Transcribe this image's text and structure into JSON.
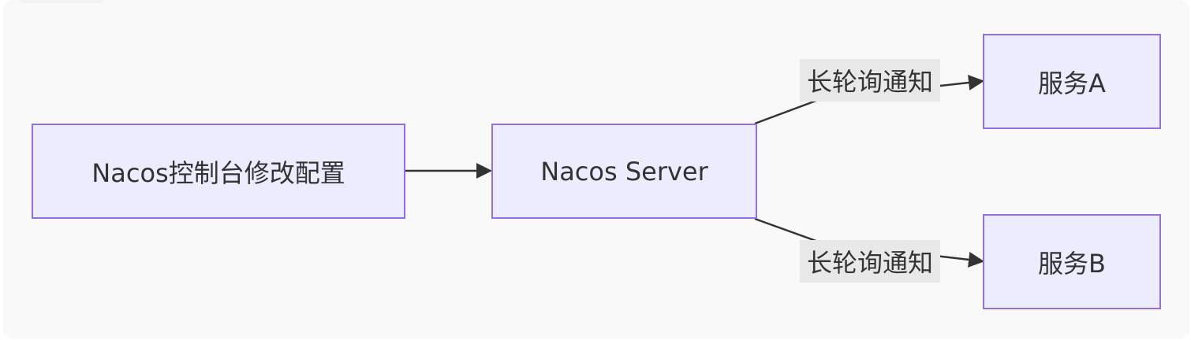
{
  "diagram": {
    "nodes": {
      "console": "Nacos控制台修改配置",
      "server": "Nacos Server",
      "service_a": "服务A",
      "service_b": "服务B"
    },
    "edges": {
      "console_to_server": "",
      "server_to_a": "长轮询通知",
      "server_to_b": "长轮询通知"
    }
  },
  "colors": {
    "node_fill": "#ececff",
    "node_border": "#9370db",
    "edge_stroke": "#333333",
    "label_bg": "#e8e8e8",
    "panel_bg": "#f9f9f9"
  }
}
